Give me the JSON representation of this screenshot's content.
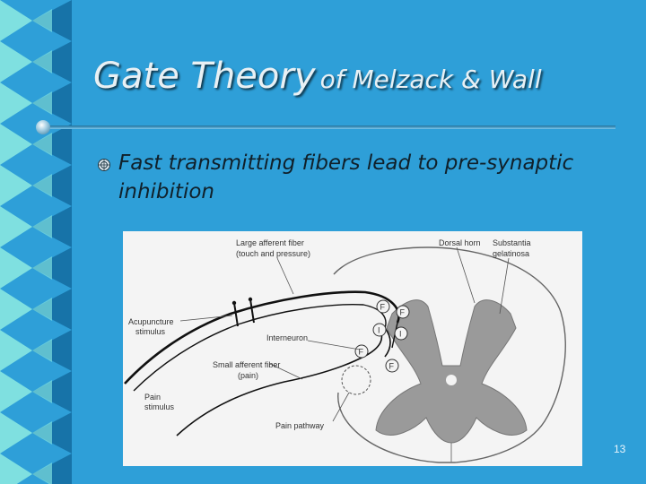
{
  "slide": {
    "title_main": "Gate Theory",
    "title_rest": "of Melzack & Wall",
    "bullet_text": "Fast transmitting fibers lead to pre-synaptic inhibition",
    "page_number": "13"
  },
  "figure": {
    "large_fiber_line1": "Large afferent fiber",
    "large_fiber_line2": "(touch and pressure)",
    "dorsal_horn": "Dorsal horn",
    "substantia_line1": "Substantia",
    "substantia_line2": "gelatinosa",
    "acupuncture_line1": "Acupuncture",
    "acupuncture_line2": "stimulus",
    "interneuron": "Interneuron",
    "small_fiber_line1": "Small afferent fiber",
    "small_fiber_line2": "(pain)",
    "pain_stim_line1": "Pain",
    "pain_stim_line2": "stimulus",
    "pain_pathway": "Pain pathway",
    "marker_f": "F",
    "marker_i": "I"
  },
  "colors": {
    "background": "#2e9fd8",
    "band_light": "#7fe0e0",
    "band_dark": "#1773a8",
    "grey_matter": "#9a9a9a"
  }
}
